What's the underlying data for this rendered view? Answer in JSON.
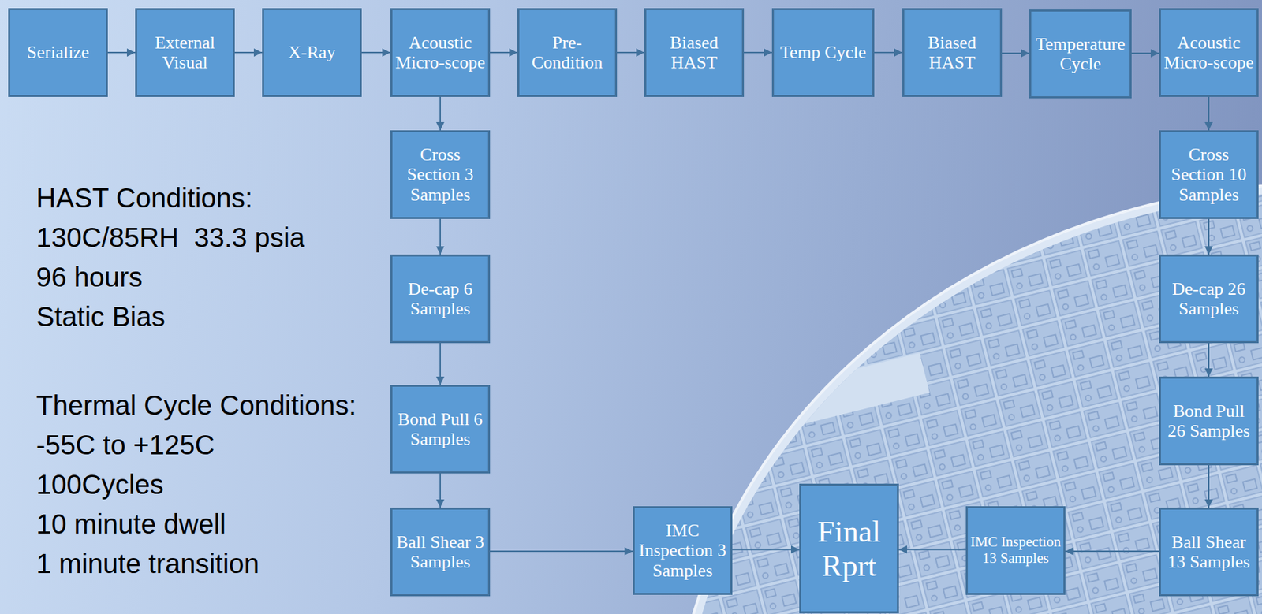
{
  "diagram": {
    "nodes": [
      {
        "text": [
          "Serialize"
        ]
      },
      {
        "text": [
          "External Visual"
        ]
      },
      {
        "text": [
          "X-Ray"
        ]
      },
      {
        "text": [
          "Acoustic Micro-scope"
        ]
      },
      {
        "text": [
          "Pre-Condition"
        ]
      },
      {
        "text": [
          "Biased HAST"
        ]
      },
      {
        "text": [
          "Temp Cycle"
        ]
      },
      {
        "text": [
          "Biased HAST"
        ]
      },
      {
        "text": [
          "Temperature Cycle"
        ]
      },
      {
        "text": [
          "Acoustic Micro-scope"
        ]
      },
      {
        "text": [
          "Cross Section 3 Samples"
        ]
      },
      {
        "text": [
          "De-cap 6 Samples"
        ]
      },
      {
        "text": [
          "Bond Pull 6 Samples"
        ]
      },
      {
        "text": [
          "Ball Shear 3 Samples"
        ]
      },
      {
        "text": [
          "IMC Inspection 3 Samples"
        ]
      },
      {
        "text": [
          "Final Rprt"
        ]
      },
      {
        "text": [
          "IMC Inspection 13 Samples"
        ]
      },
      {
        "text": [
          "Cross Section 10 Samples"
        ]
      },
      {
        "text": [
          "De-cap 26 Samples"
        ]
      },
      {
        "text": [
          "Bond Pull 26 Samples"
        ]
      },
      {
        "text": [
          "Ball Shear 13 Samples"
        ]
      }
    ],
    "edges": [
      {
        "from": 0,
        "to": 1,
        "arrow": "to"
      },
      {
        "from": 1,
        "to": 2,
        "arrow": "to"
      },
      {
        "from": 2,
        "to": 3,
        "arrow": "to"
      },
      {
        "from": 3,
        "to": 4,
        "arrow": "to"
      },
      {
        "from": 4,
        "to": 5,
        "arrow": "to"
      },
      {
        "from": 5,
        "to": 6,
        "arrow": "to"
      },
      {
        "from": 6,
        "to": 7,
        "arrow": "to"
      },
      {
        "from": 7,
        "to": 8,
        "arrow": "to"
      },
      {
        "from": 8,
        "to": 9,
        "arrow": "to"
      },
      {
        "from": 3,
        "to": 10,
        "arrow": "to"
      },
      {
        "from": 10,
        "to": 11,
        "arrow": "to"
      },
      {
        "from": 11,
        "to": 12,
        "arrow": "to"
      },
      {
        "from": 12,
        "to": 13,
        "arrow": "to"
      },
      {
        "from": 13,
        "to": 14,
        "arrow": "to"
      },
      {
        "from": 14,
        "to": 15,
        "arrow": "to"
      },
      {
        "from": 9,
        "to": 17,
        "arrow": "to"
      },
      {
        "from": 17,
        "to": 18,
        "arrow": "to"
      },
      {
        "from": 18,
        "to": 19,
        "arrow": "to"
      },
      {
        "from": 19,
        "to": 20,
        "arrow": "to"
      },
      {
        "from": 20,
        "to": 16,
        "arrow": "to"
      },
      {
        "from": 16,
        "to": 15,
        "arrow": "to"
      }
    ],
    "labels": [
      "HAST Conditions:",
      "130C/85RH  33.3 psia",
      "96 hours",
      "Static Bias",
      "Thermal Cycle Conditions:",
      "-55C to +125C",
      "100Cycles",
      "10 minute dwell",
      "1 minute transition"
    ]
  }
}
